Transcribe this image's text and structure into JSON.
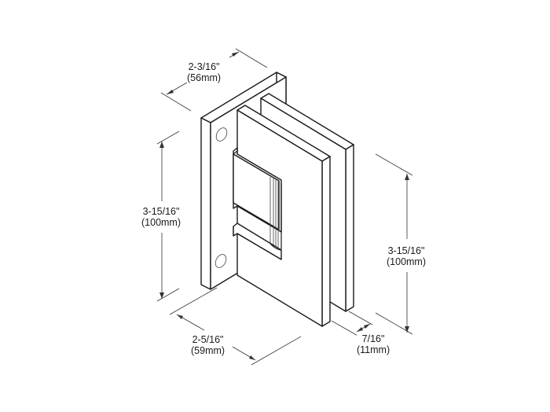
{
  "diagram": {
    "subject": "glass shower door hinge, wall-mount, isometric line drawing",
    "colors": {
      "line": "#1a1a1a",
      "background": "#ffffff"
    }
  },
  "dimensions": {
    "top_depth": {
      "imperial": "2-3/16\"",
      "metric": "(56mm)"
    },
    "left_height": {
      "imperial": "3-15/16\"",
      "metric": "(100mm)"
    },
    "right_height": {
      "imperial": "3-15/16\"",
      "metric": "(100mm)"
    },
    "bottom_width": {
      "imperial": "2-5/16\"",
      "metric": "(59mm)"
    },
    "glass_gap": {
      "imperial": "7/16\"",
      "metric": "(11mm)"
    }
  }
}
